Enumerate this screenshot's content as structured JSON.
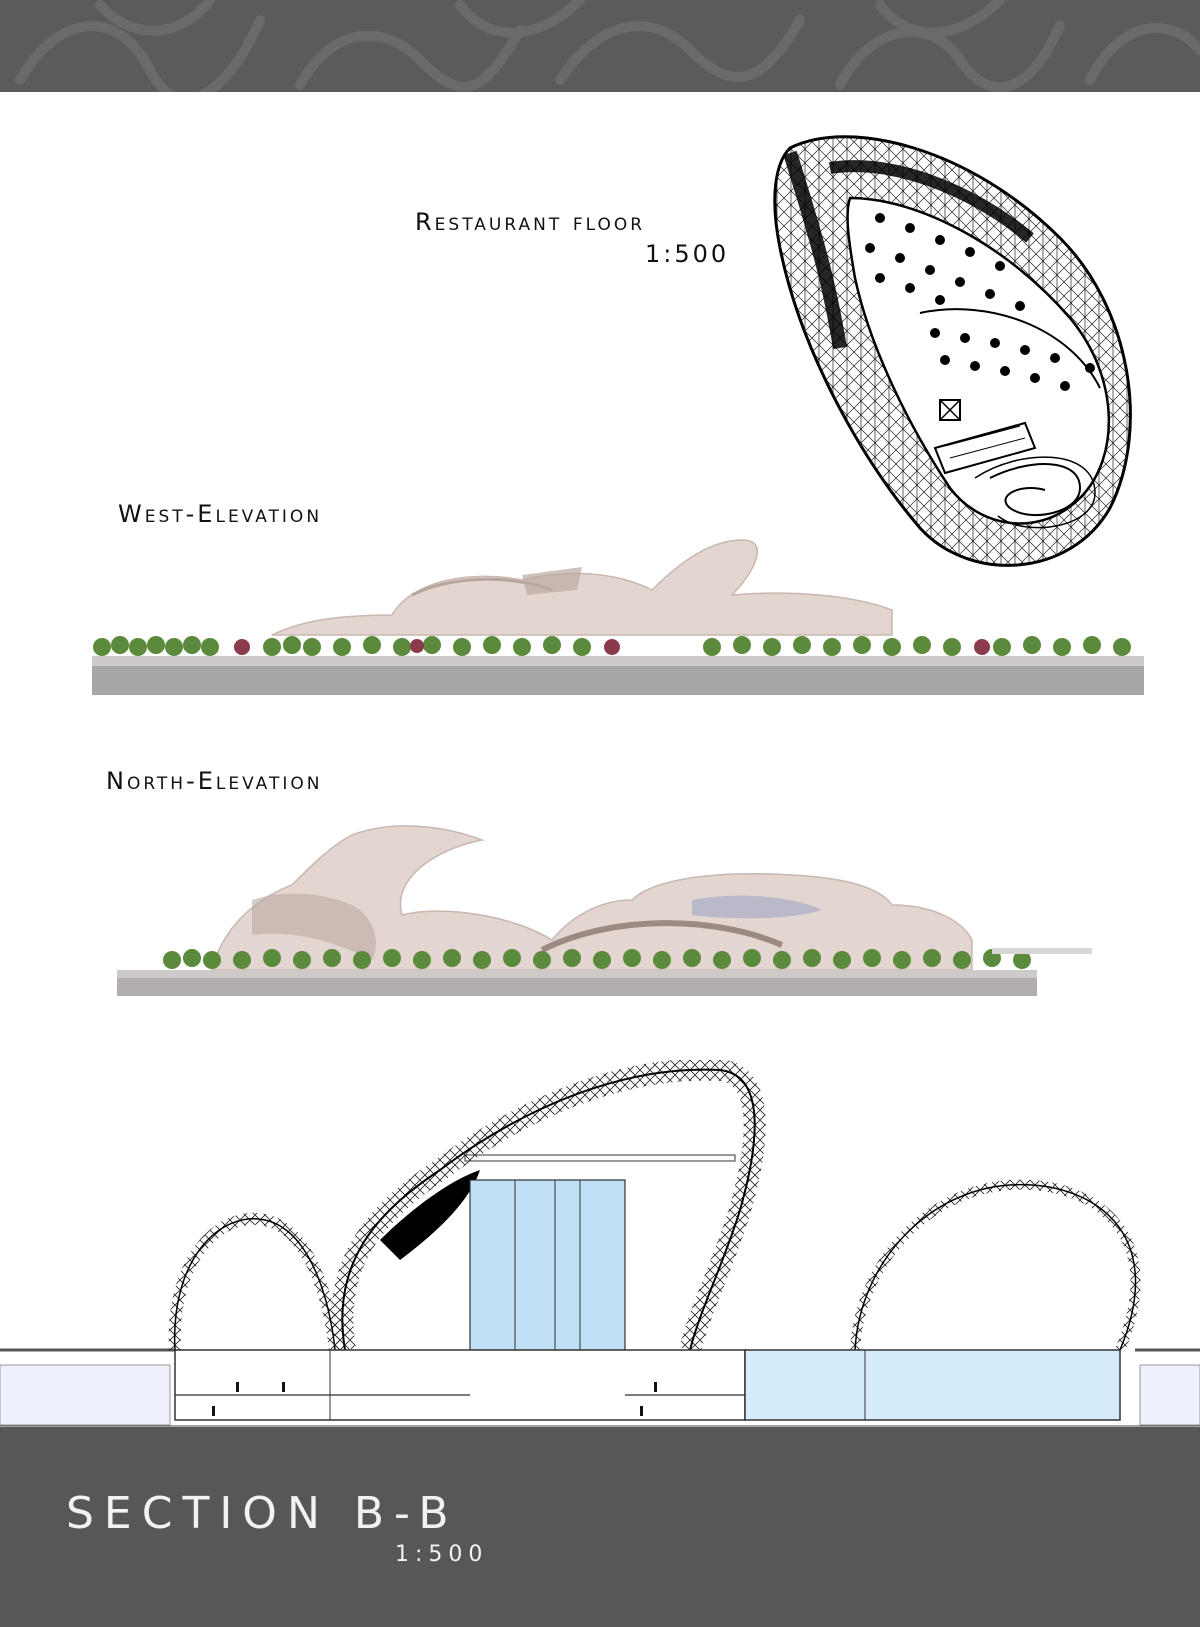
{
  "sheet": {
    "restaurant_floor": {
      "title": "Restaurant floor",
      "scale": "1:500"
    },
    "west_elevation": {
      "title": "West-Elevation"
    },
    "north_elevation": {
      "title": "North-Elevation"
    },
    "section": {
      "title": "SECTION B-B",
      "scale": "1:500"
    }
  },
  "colors": {
    "band": "#5b5b5b",
    "building": "#e3d5cf",
    "glass": "#bfe0f5",
    "tree": "#5b8a3c",
    "ground": "#a9a6a6"
  }
}
